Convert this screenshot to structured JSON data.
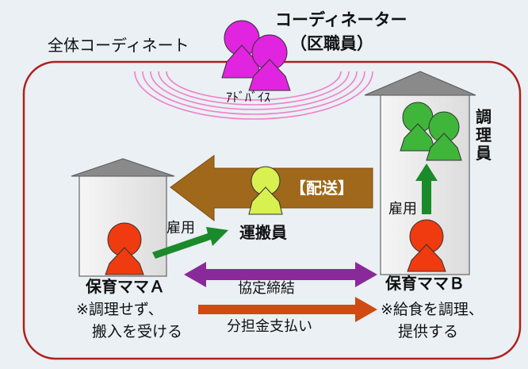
{
  "title_overall": "全体コーディネート",
  "coordinator": {
    "line1": "コーディネーター",
    "line2": "（区職員）"
  },
  "advice": "ｱﾄﾞﾊﾞｲｽ",
  "delivery": "【配送】",
  "transporter": "運搬員",
  "employ_left": "雇用",
  "employ_right": "雇用",
  "cook": "調理員",
  "mama_a": {
    "name": "保育ママＡ",
    "note1": "※調理せず、",
    "note2": "搬入を受ける"
  },
  "mama_b": {
    "name": "保育ママＢ",
    "note1": "※給食を調理、",
    "note2": "提供する"
  },
  "agreement": "協定締結",
  "payment": "分担金支払い",
  "colors": {
    "coordinator": "#e024e0",
    "cook": "#3fb53a",
    "transporter": "#d8f050",
    "mama": "#f03a10",
    "delivery_arrow": "#a0681a",
    "agreement_arrow": "#8a2a9a",
    "payment_arrow": "#d04a12",
    "employ_arrow": "#1a8a2a",
    "frame": "#b02020",
    "roof": "#8a8a8a"
  }
}
